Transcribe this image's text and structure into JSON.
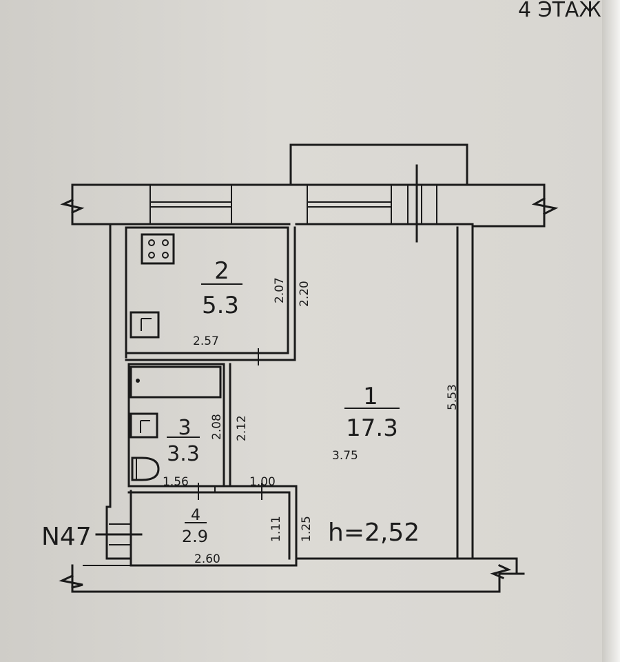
{
  "header": {
    "floor_label": "4 ЭТАЖ"
  },
  "plan": {
    "entrance_label": "N47",
    "ceiling_height": "h=2,52",
    "rooms": [
      {
        "number": "1",
        "area": "17.3"
      },
      {
        "number": "2",
        "area": "5.3"
      },
      {
        "number": "3",
        "area": "3.3"
      },
      {
        "number": "4",
        "area": "2.9"
      }
    ],
    "dimensions": {
      "room1_length": "5.53",
      "room1_width": "3.75",
      "room2_inner": "2.07",
      "room2_outer": "2.20",
      "room2_width": "2.57",
      "room3_inner": "2.08",
      "room3_outer": "2.12",
      "room3_width": "1.56",
      "door_width": "1.00",
      "room4_inner": "1.11",
      "room4_outer": "1.25",
      "room4_width": "2.60"
    }
  }
}
